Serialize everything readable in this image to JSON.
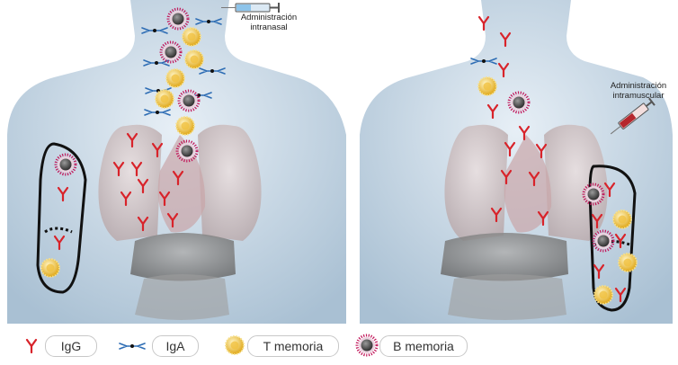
{
  "annotations": {
    "intranasal": [
      "Administración",
      "intranasal"
    ],
    "intramuscular": [
      "Administración",
      "intramuscular"
    ]
  },
  "legend": [
    {
      "key": "igg",
      "label": "IgG",
      "icon": "igg-icon",
      "color": "#d8232a"
    },
    {
      "key": "iga",
      "label": "IgA",
      "icon": "iga-icon",
      "color": "#2e6db4"
    },
    {
      "key": "tcell",
      "label": "T memoria",
      "icon": "t-memory-cell-icon",
      "color": "#f2c94c"
    },
    {
      "key": "bcell",
      "label": "B memoria",
      "icon": "b-memory-cell-icon",
      "color": "#6b6b6b"
    }
  ],
  "colors": {
    "body": "#c9d9e6",
    "igg": "#d8232a",
    "iga": "#2e6db4",
    "t_cell": "#f2c94c",
    "b_cell": "#555555",
    "b_cell_spikes": "#c2185b"
  }
}
